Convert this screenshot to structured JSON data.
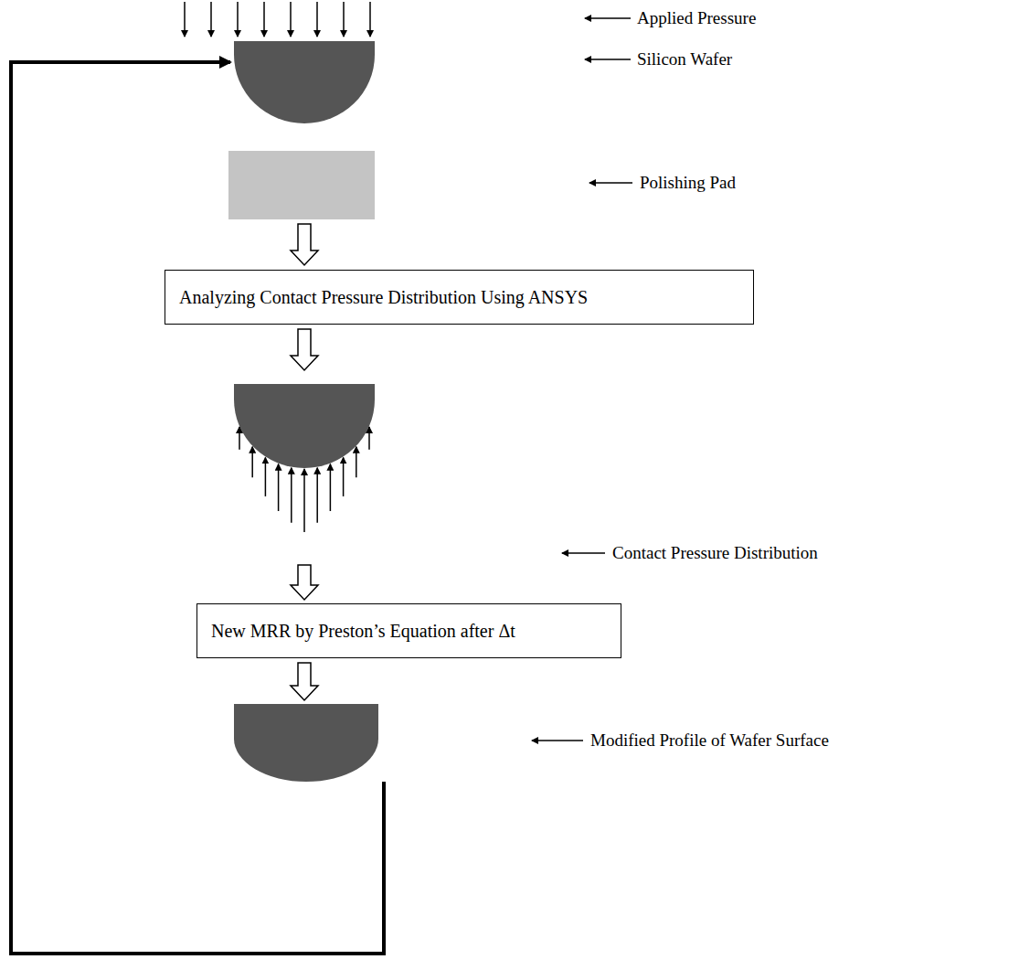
{
  "diagram": {
    "nodes": [
      {
        "text": [
          "Analyzing Contact Pressure Distribution Using ANSYS"
        ]
      },
      {
        "text": [
          "New MRR by Preston’s Equation after Δt"
        ]
      }
    ],
    "labels": [
      "Applied Pressure",
      "Silicon Wafer",
      "Polishing Pad",
      "Contact Pressure Distribution",
      "Modified Profile of Wafer Surface"
    ]
  }
}
